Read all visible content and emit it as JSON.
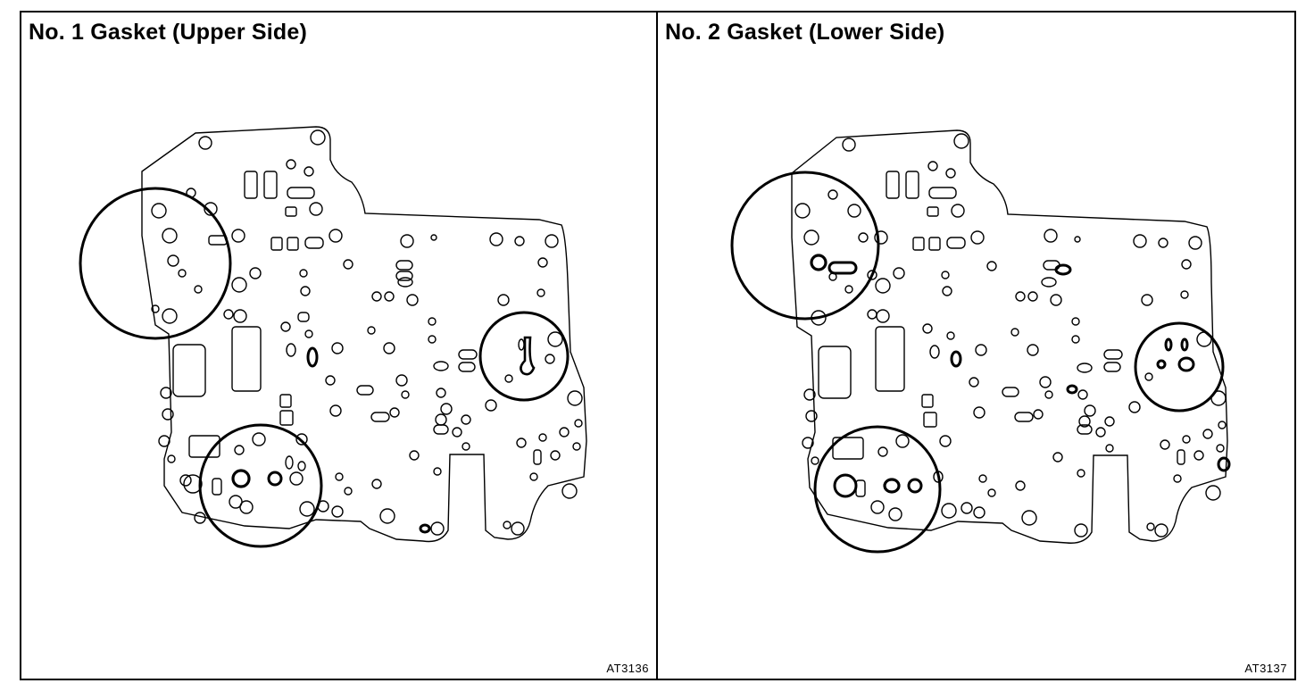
{
  "panels": [
    {
      "title": "No. 1 Gasket (Upper Side)",
      "code": "AT3136"
    },
    {
      "title": "No. 2 Gasket (Lower Side)",
      "code": "AT3137"
    }
  ],
  "colors": {
    "line": "#000000",
    "background": "#ffffff"
  }
}
